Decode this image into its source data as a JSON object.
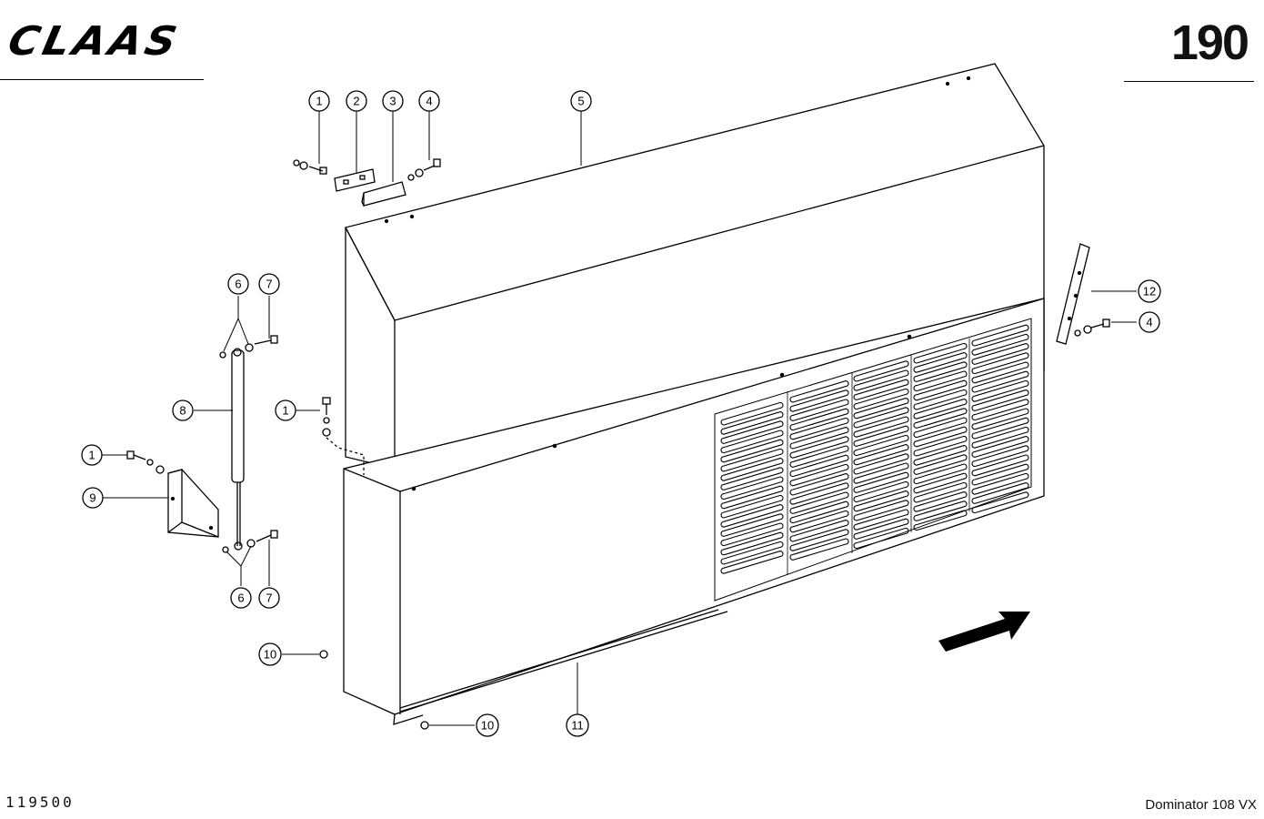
{
  "header": {
    "brand": "CLAAS",
    "page_number": "190"
  },
  "footer": {
    "drawing_number": "119500",
    "model": "Dominator 108 VX"
  },
  "callouts": {
    "c1a": "1",
    "c2": "2",
    "c3": "3",
    "c4a": "4",
    "c5": "5",
    "c6a": "6",
    "c7a": "7",
    "c8": "8",
    "c1b": "1",
    "c1c": "1",
    "c9": "9",
    "c6b": "6",
    "c7b": "7",
    "c10a": "10",
    "c10b": "10",
    "c11": "11",
    "c12": "12",
    "c4b": "4"
  },
  "icons": {
    "direction_arrow": "arrow-icon"
  }
}
